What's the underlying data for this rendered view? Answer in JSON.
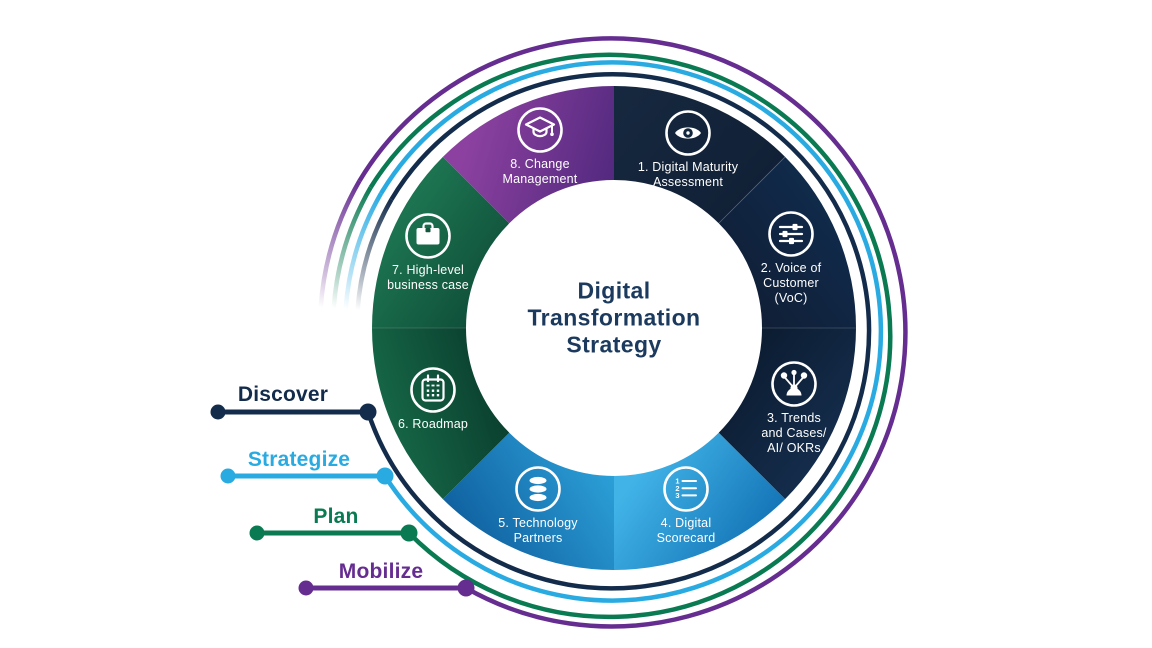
{
  "title": {
    "text": "Digital\nTransformation\nStrategy",
    "color": "#1B3A5E"
  },
  "segments": [
    {
      "id": "1",
      "label": "1. Digital Maturity\nAssessment",
      "icon": "eye-icon",
      "color_from": "#16283F",
      "color_to": "#0F1E33"
    },
    {
      "id": "2",
      "label": "2. Voice of\nCustomer\n(VoC)",
      "icon": "sliders-icon",
      "color_from": "#102C4E",
      "color_to": "#101E35"
    },
    {
      "id": "3",
      "label": "3. Trends\nand Cases/\nAI/ OKRs",
      "icon": "idea-network-icon",
      "color_from": "#152E4E",
      "color_to": "#0B1B2F"
    },
    {
      "id": "4",
      "label": "4. Digital\nScorecard",
      "icon": "numbered-list-icon",
      "icon_digits": [
        "1",
        "2",
        "3"
      ],
      "color_from": "#41B3E7",
      "color_to": "#0B68AD"
    },
    {
      "id": "5",
      "label": "5. Technology\nPartners",
      "icon": "database-icon",
      "color_from": "#2EA4DC",
      "color_to": "#0F5F9E"
    },
    {
      "id": "6",
      "label": "6. Roadmap",
      "icon": "calendar-icon",
      "color_from": "#166747",
      "color_to": "#093B2C"
    },
    {
      "id": "7",
      "label": "7. High-level\nbusiness case",
      "icon": "briefcase-icon",
      "color_from": "#1C7350",
      "color_to": "#0C4634"
    },
    {
      "id": "8",
      "label": "8. Change\nManagement",
      "icon": "graduation-cap-icon",
      "color_from": "#8C41A0",
      "color_to": "#50287D"
    }
  ],
  "phases": [
    {
      "label": "Discover",
      "color": "#142C4B"
    },
    {
      "label": "Strategize",
      "color": "#29ABE2"
    },
    {
      "label": "Plan",
      "color": "#0A7A52"
    },
    {
      "label": "Mobilize",
      "color": "#662D91"
    }
  ],
  "background": "#FFFFFF"
}
